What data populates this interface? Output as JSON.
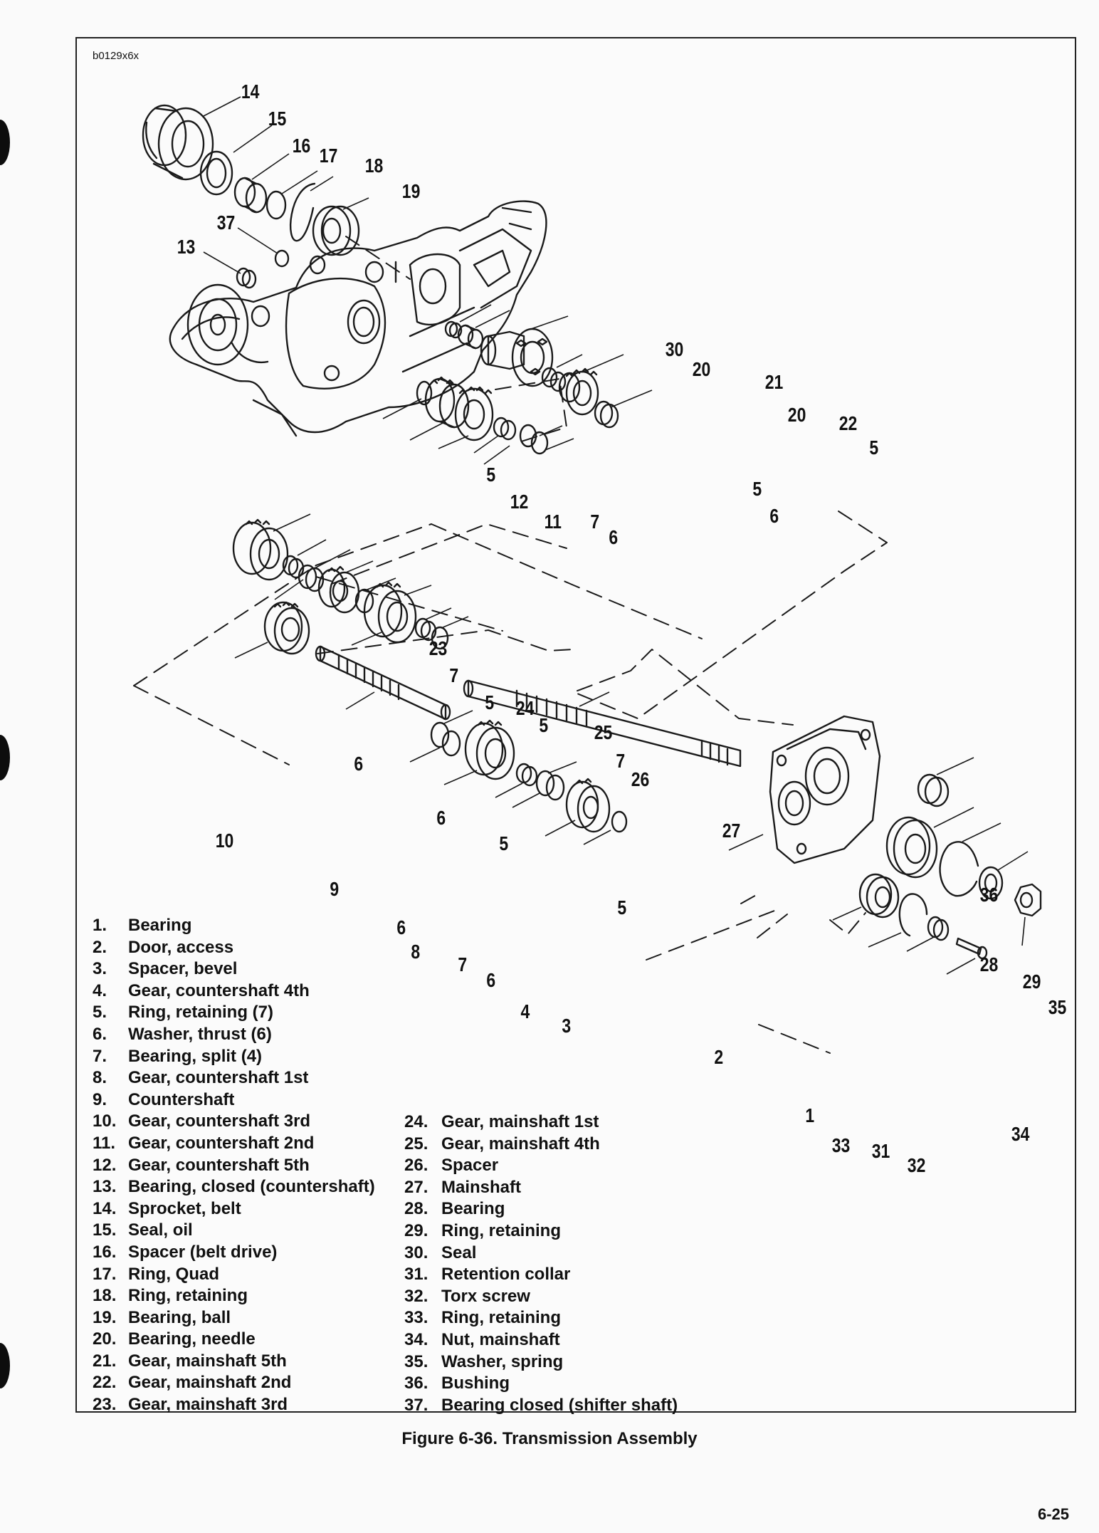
{
  "image_code": "b0129x6x",
  "callouts": [
    {
      "num": "14"
    },
    {
      "num": "15"
    },
    {
      "num": "16"
    },
    {
      "num": "17"
    },
    {
      "num": "18"
    },
    {
      "num": "19"
    },
    {
      "num": "37"
    },
    {
      "num": "13"
    },
    {
      "num": "30"
    },
    {
      "num": "20"
    },
    {
      "num": "21"
    },
    {
      "num": "20"
    },
    {
      "num": "22"
    },
    {
      "num": "5"
    },
    {
      "num": "5"
    },
    {
      "num": "12"
    },
    {
      "num": "11"
    },
    {
      "num": "7"
    },
    {
      "num": "6"
    },
    {
      "num": "5"
    },
    {
      "num": "6"
    },
    {
      "num": "23"
    },
    {
      "num": "7"
    },
    {
      "num": "5"
    },
    {
      "num": "24"
    },
    {
      "num": "5"
    },
    {
      "num": "25"
    },
    {
      "num": "6"
    },
    {
      "num": "7"
    },
    {
      "num": "26"
    },
    {
      "num": "6"
    },
    {
      "num": "10"
    },
    {
      "num": "27"
    },
    {
      "num": "5"
    },
    {
      "num": "9"
    },
    {
      "num": "36"
    },
    {
      "num": "6"
    },
    {
      "num": "8"
    },
    {
      "num": "5"
    },
    {
      "num": "7"
    },
    {
      "num": "6"
    },
    {
      "num": "28"
    },
    {
      "num": "29"
    },
    {
      "num": "35"
    },
    {
      "num": "4"
    },
    {
      "num": "3"
    },
    {
      "num": "2"
    },
    {
      "num": "1"
    },
    {
      "num": "33"
    },
    {
      "num": "31"
    },
    {
      "num": "32"
    },
    {
      "num": "34"
    }
  ],
  "legend_left": [
    {
      "num": "1.",
      "label": "Bearing"
    },
    {
      "num": "2.",
      "label": "Door, access"
    },
    {
      "num": "3.",
      "label": "Spacer, bevel"
    },
    {
      "num": "4.",
      "label": "Gear, countershaft 4th"
    },
    {
      "num": "5.",
      "label": "Ring, retaining (7)"
    },
    {
      "num": "6.",
      "label": "Washer, thrust (6)"
    },
    {
      "num": "7.",
      "label": "Bearing, split (4)"
    },
    {
      "num": "8.",
      "label": "Gear, countershaft 1st"
    },
    {
      "num": "9.",
      "label": "Countershaft"
    },
    {
      "num": "10.",
      "label": "Gear, countershaft 3rd"
    },
    {
      "num": "11.",
      "label": "Gear, countershaft 2nd"
    },
    {
      "num": "12.",
      "label": "Gear, countershaft 5th"
    },
    {
      "num": "13.",
      "label": "Bearing, closed (countershaft)"
    },
    {
      "num": "14.",
      "label": "Sprocket, belt"
    },
    {
      "num": "15.",
      "label": "Seal, oil"
    },
    {
      "num": "16.",
      "label": "Spacer (belt drive)"
    },
    {
      "num": "17.",
      "label": "Ring, Quad"
    },
    {
      "num": "18.",
      "label": "Ring, retaining"
    },
    {
      "num": "19.",
      "label": "Bearing, ball"
    },
    {
      "num": "20.",
      "label": "Bearing, needle"
    },
    {
      "num": "21.",
      "label": "Gear, mainshaft 5th"
    },
    {
      "num": "22.",
      "label": "Gear, mainshaft 2nd"
    },
    {
      "num": "23.",
      "label": "Gear, mainshaft 3rd"
    }
  ],
  "legend_right": [
    {
      "num": "24.",
      "label": "Gear, mainshaft 1st"
    },
    {
      "num": "25.",
      "label": "Gear, mainshaft 4th"
    },
    {
      "num": "26.",
      "label": "Spacer"
    },
    {
      "num": "27.",
      "label": "Mainshaft"
    },
    {
      "num": "28.",
      "label": "Bearing"
    },
    {
      "num": "29.",
      "label": "Ring, retaining"
    },
    {
      "num": "30.",
      "label": "Seal"
    },
    {
      "num": "31.",
      "label": "Retention collar"
    },
    {
      "num": "32.",
      "label": "Torx screw"
    },
    {
      "num": "33.",
      "label": "Ring, retaining"
    },
    {
      "num": "34.",
      "label": "Nut, mainshaft"
    },
    {
      "num": "35.",
      "label": "Washer, spring"
    },
    {
      "num": "36.",
      "label": "Bushing"
    },
    {
      "num": "37.",
      "label": "Bearing closed (shifter shaft)"
    }
  ],
  "caption": "Figure 6-36. Transmission Assembly",
  "page_number": "6-25"
}
